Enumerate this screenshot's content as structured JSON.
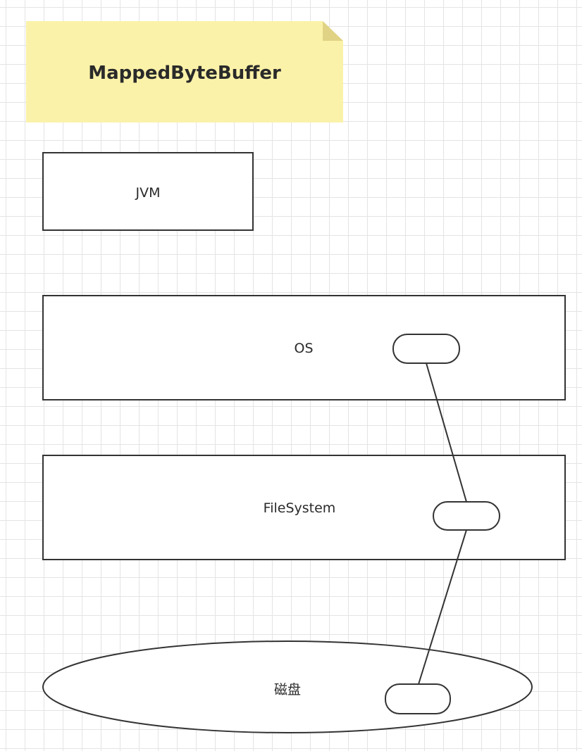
{
  "note": {
    "title": "MappedByteBuffer",
    "fill_color": "#fbf2a9",
    "fold_color": "#e0d385"
  },
  "boxes": {
    "jvm_label": "JVM",
    "os_label": "OS",
    "filesystem_label": "FileSystem",
    "disk_label": "磁盘"
  },
  "colors": {
    "stroke": "#333333",
    "grid": "#e4e4e4"
  }
}
